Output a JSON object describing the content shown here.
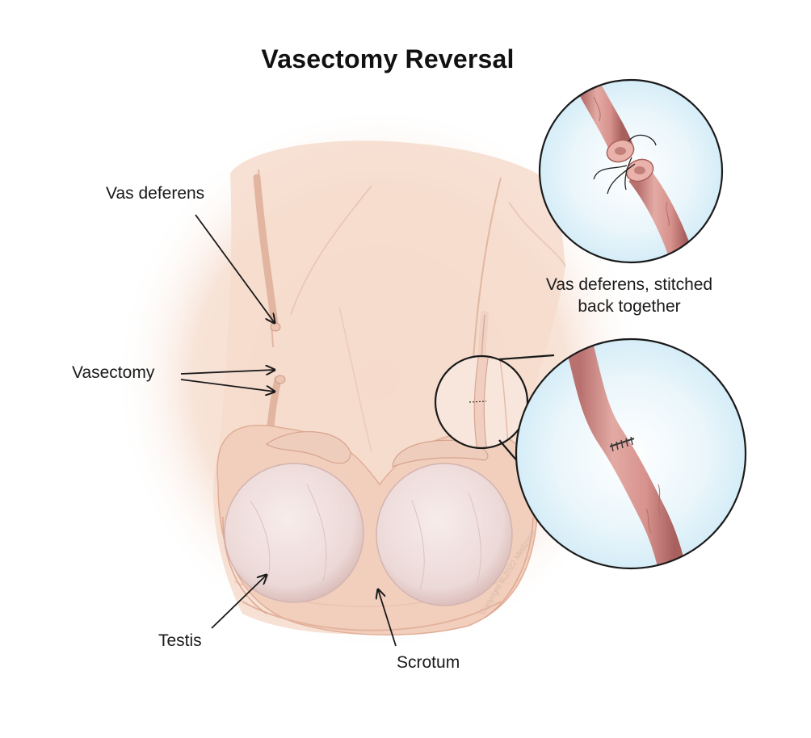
{
  "title": "Vasectomy Reversal",
  "labels": {
    "vas_deferens": "Vas deferens",
    "vasectomy": "Vasectomy",
    "testis": "Testis",
    "scrotum": "Scrotum",
    "stitched": "Vas deferens, stitched back together"
  },
  "watermark": "Copyright © 2022 Medzone",
  "colors": {
    "skin": "#f5d9c8",
    "skin_shadow": "#e9bfa8",
    "testis": "#f0e1df",
    "vas_tube": "#d99b96",
    "vas_tube_dark": "#b5706d",
    "inset_bg": "#e4f4fb",
    "outline": "#1a1a1a"
  }
}
